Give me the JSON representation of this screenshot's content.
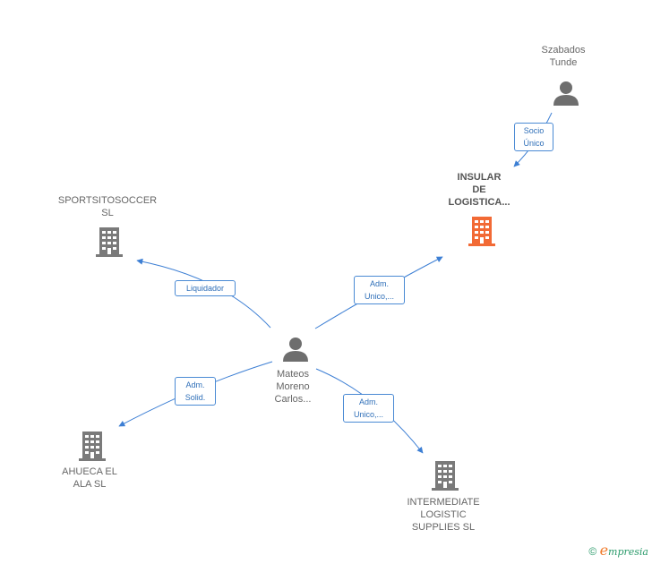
{
  "nodes": {
    "szabados": {
      "line1": "Szabados",
      "line2": "Tunde"
    },
    "insular": {
      "line1": "INSULAR",
      "line2": "DE",
      "line3": "LOGISTICA..."
    },
    "sportsito": {
      "line1": "SPORTSITOSOCCER",
      "line2": "SL"
    },
    "mateos": {
      "line1": "Mateos",
      "line2": "Moreno",
      "line3": "Carlos..."
    },
    "ahueca": {
      "line1": "AHUECA EL",
      "line2": "ALA  SL"
    },
    "intermediate": {
      "line1": "INTERMEDIATE",
      "line2": "LOGISTIC",
      "line3": "SUPPLIES  SL"
    }
  },
  "relations": {
    "socio": {
      "line1": "Socio",
      "line2": "Único"
    },
    "liquidador": {
      "line1": "Liquidador"
    },
    "adm_insular": {
      "line1": "Adm.",
      "line2": "Unico,..."
    },
    "adm_solid": {
      "line1": "Adm.",
      "line2": "Solid."
    },
    "adm_intermediate": {
      "line1": "Adm.",
      "line2": "Unico,..."
    }
  },
  "footer": {
    "copyright": "©",
    "brand_initial": "e",
    "brand_rest": "mpresia"
  },
  "colors": {
    "edge": "#3d7fd4",
    "building": "#7a7a7a",
    "building_main": "#f26a35",
    "person": "#6e6e6e"
  }
}
